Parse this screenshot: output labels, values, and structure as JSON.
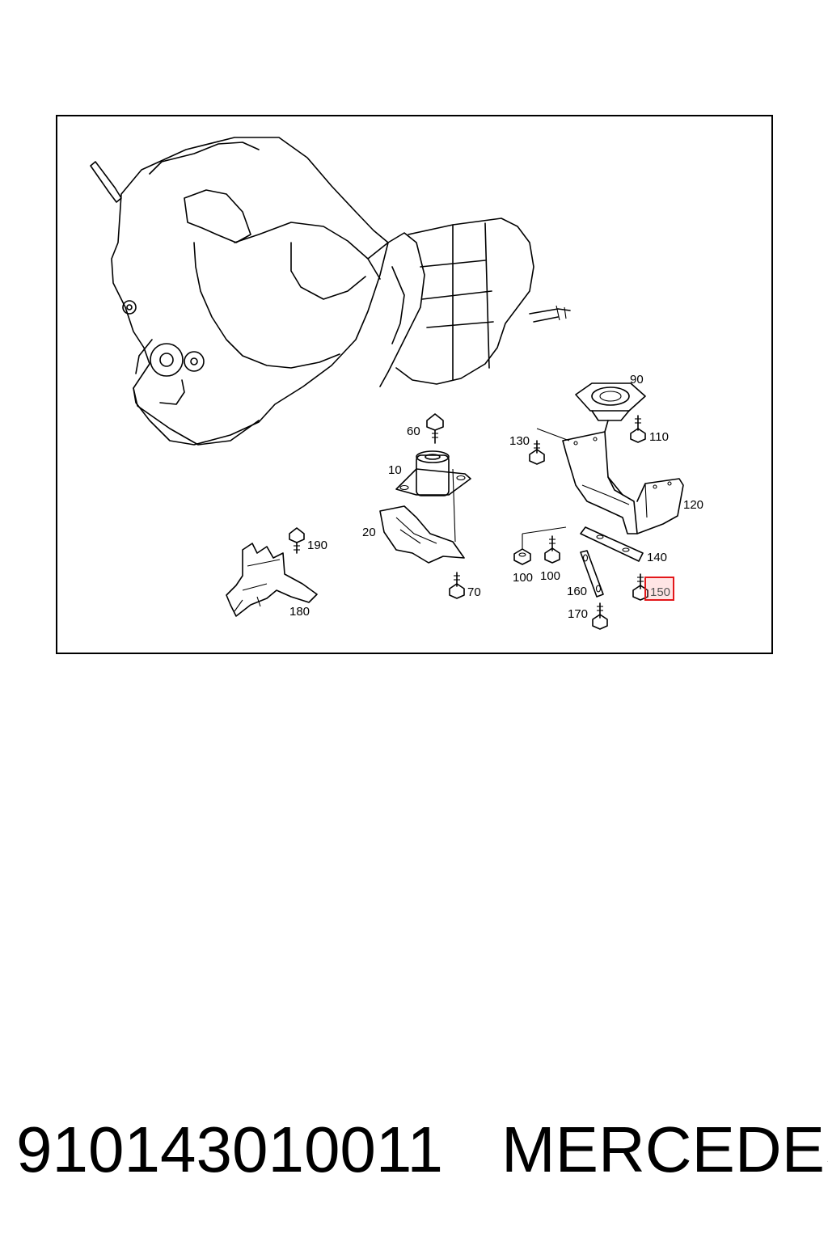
{
  "diagram": {
    "labels": {
      "p10": "10",
      "p20": "20",
      "p60": "60",
      "p70": "70",
      "p90": "90",
      "p100a": "100",
      "p100b": "100",
      "p110": "110",
      "p120": "120",
      "p130": "130",
      "p140": "140",
      "p150": "150",
      "p160": "160",
      "p170": "170",
      "p180": "180",
      "p190": "190"
    },
    "highlighted_label": "150",
    "highlight_color": "#e3171a"
  },
  "footer": {
    "part_number": "91014301001​1",
    "brand": "MERCEDES"
  }
}
